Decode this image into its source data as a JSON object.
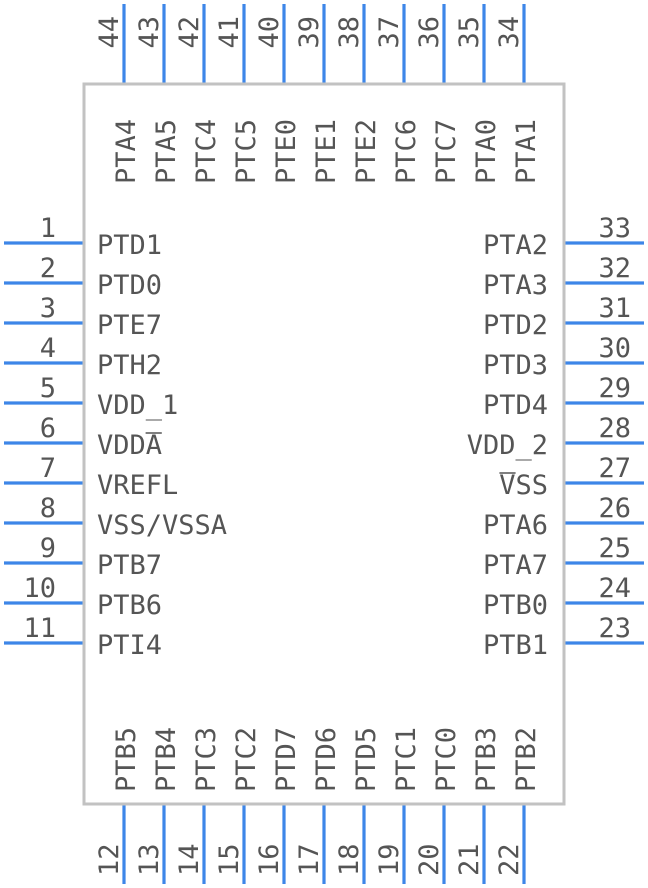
{
  "colors": {
    "pin": "#3d86e8",
    "body_outline": "#c2c2c2",
    "text": "#555555",
    "background": "#ffffff"
  },
  "pins": {
    "left": [
      {
        "number": "1",
        "name": "PTD1"
      },
      {
        "number": "2",
        "name": "PTD0"
      },
      {
        "number": "3",
        "name": "PTE7"
      },
      {
        "number": "4",
        "name": "PTH2"
      },
      {
        "number": "5",
        "name": "VDD_1"
      },
      {
        "number": "6",
        "name": "VDDA",
        "overbar_char": 4
      },
      {
        "number": "7",
        "name": "VREFL"
      },
      {
        "number": "8",
        "name": "VSS/VSSA"
      },
      {
        "number": "9",
        "name": "PTB7"
      },
      {
        "number": "10",
        "name": "PTB6"
      },
      {
        "number": "11",
        "name": "PTI4"
      }
    ],
    "bottom": [
      {
        "number": "12",
        "name": "PTB5"
      },
      {
        "number": "13",
        "name": "PTB4"
      },
      {
        "number": "14",
        "name": "PTC3"
      },
      {
        "number": "15",
        "name": "PTC2"
      },
      {
        "number": "16",
        "name": "PTD7"
      },
      {
        "number": "17",
        "name": "PTD6"
      },
      {
        "number": "18",
        "name": "PTD5"
      },
      {
        "number": "19",
        "name": "PTC1"
      },
      {
        "number": "20",
        "name": "PTC0"
      },
      {
        "number": "21",
        "name": "PTB3"
      },
      {
        "number": "22",
        "name": "PTB2"
      }
    ],
    "right": [
      {
        "number": "23",
        "name": "PTB1"
      },
      {
        "number": "24",
        "name": "PTB0"
      },
      {
        "number": "25",
        "name": "PTA7"
      },
      {
        "number": "26",
        "name": "PTA6"
      },
      {
        "number": "27",
        "name": "VSS",
        "overbar_char": 1
      },
      {
        "number": "28",
        "name": "VDD_2"
      },
      {
        "number": "29",
        "name": "PTD4"
      },
      {
        "number": "30",
        "name": "PTD3"
      },
      {
        "number": "31",
        "name": "PTD2"
      },
      {
        "number": "32",
        "name": "PTA3"
      },
      {
        "number": "33",
        "name": "PTA2"
      }
    ],
    "top": [
      {
        "number": "34",
        "name": "PTA1"
      },
      {
        "number": "35",
        "name": "PTA0"
      },
      {
        "number": "36",
        "name": "PTC7"
      },
      {
        "number": "37",
        "name": "PTC6"
      },
      {
        "number": "38",
        "name": "PTE2"
      },
      {
        "number": "39",
        "name": "PTE1"
      },
      {
        "number": "40",
        "name": "PTE0"
      },
      {
        "number": "41",
        "name": "PTC5"
      },
      {
        "number": "42",
        "name": "PTC4"
      },
      {
        "number": "43",
        "name": "PTA5"
      },
      {
        "number": "44",
        "name": "PTA4"
      }
    ]
  }
}
